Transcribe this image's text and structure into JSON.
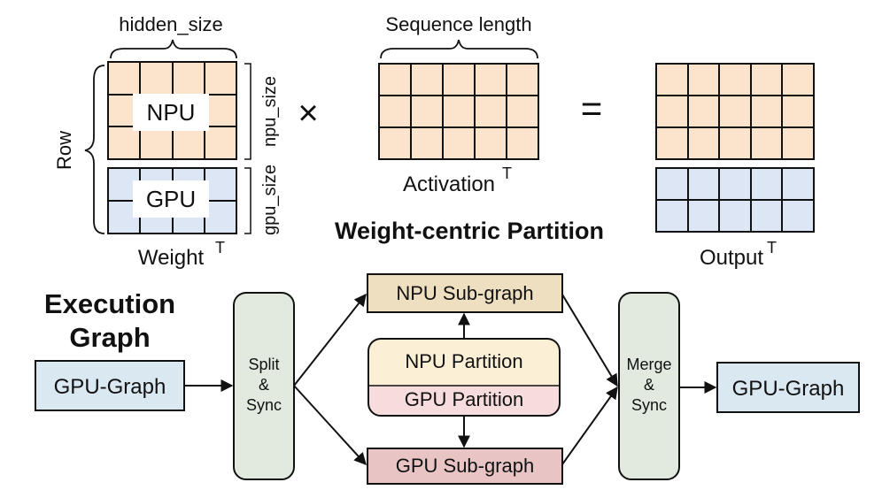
{
  "colors": {
    "npu_cell": "#FCE3CC",
    "gpu_cell": "#DCE6F5",
    "graph_box": "#DAE8F2",
    "sync_box": "#E2EAE0",
    "npu_subgraph": "#EEDFC0",
    "gpu_subgraph": "#E8C4C4",
    "npu_partition": "#FBF0D6",
    "gpu_partition": "#F6DCDC",
    "stroke": "#111111"
  },
  "labels": {
    "hidden_size": "hidden_size",
    "sequence_length": "Sequence length",
    "row": "Row",
    "npu_size": "npu_size",
    "gpu_size": "gpu_size",
    "npu": "NPU",
    "gpu": "GPU",
    "weight": "Weight",
    "activation": "Activation",
    "output": "Output",
    "transpose_mark": "T",
    "multiply": "×",
    "equals": "=",
    "partition_title": "Weight-centric Partition"
  },
  "graph": {
    "title_line1": "Execution",
    "title_line2": "Graph",
    "gpu_graph_in": "GPU-Graph",
    "split_sync": [
      "Split",
      "&",
      "Sync"
    ],
    "npu_subgraph": "NPU Sub-graph",
    "gpu_subgraph": "GPU Sub-graph",
    "npu_partition": "NPU Partition",
    "gpu_partition": "GPU Partition",
    "merge_sync": [
      "Merge",
      "&",
      "Sync"
    ],
    "gpu_graph_out": "GPU-Graph"
  }
}
